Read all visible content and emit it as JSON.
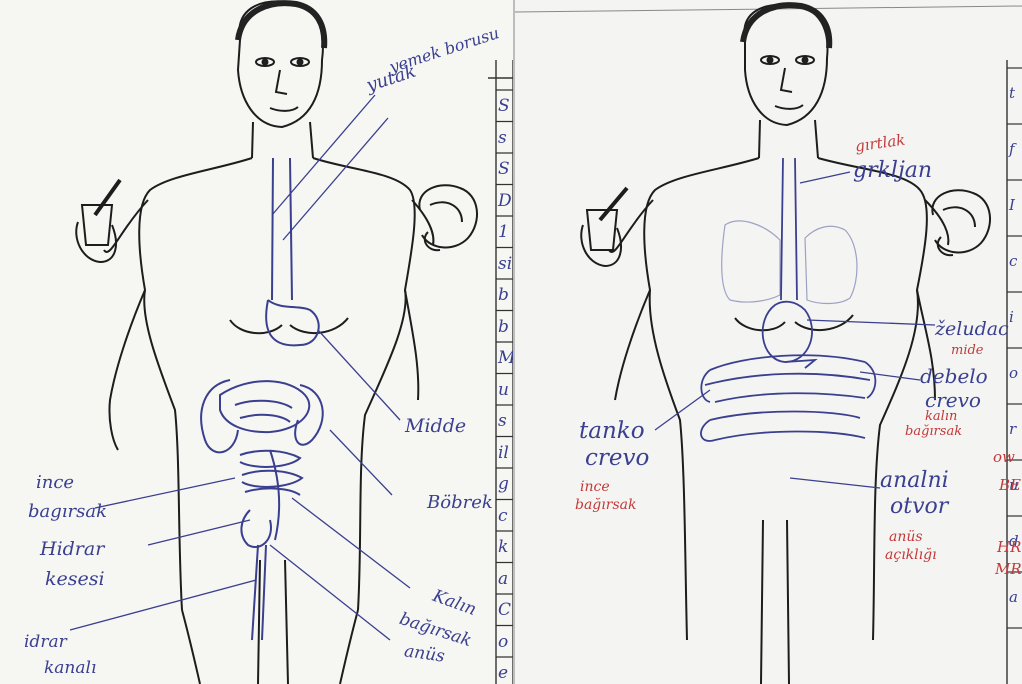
{
  "left": {
    "labels": {
      "yutak": "yutak",
      "yemek_borusu": "yemek borusu",
      "mide": "Midde",
      "bobrek": "Böbrek",
      "ince_bagirsak_1": "ince",
      "ince_bagirsak_2": "bagırsak",
      "hidrar_1": "Hidrar",
      "hidrar_2": "kesesi",
      "idrar_1": "idrar",
      "idrar_2": "kanalı",
      "kalin_1": "Kalın",
      "kalin_2": "bağırsak",
      "anus": "anüs"
    },
    "table_cells": [
      "S",
      "s",
      "S",
      "D",
      "1",
      "si",
      "b",
      "b",
      "M",
      "u",
      "s",
      "il",
      "g",
      "c",
      "k",
      "a",
      "C",
      "o",
      "e"
    ]
  },
  "right": {
    "labels": {
      "girtlak": "gırtlak",
      "grkljan": "grkljan",
      "zeludac": "želudac",
      "mide": "mide",
      "debelo_1": "debelo",
      "debelo_2": "crevo",
      "kalin_1": "kalın",
      "kalin_2": "bağırsak",
      "tanko_1": "tanko",
      "tanko_2": "crevo",
      "ince_1": "ince",
      "ince_2": "bağırsak",
      "analni_1": "analni",
      "analni_2": "otvor",
      "anus_1": "anüs",
      "anus_2": "açıklığı"
    },
    "table_cells": [
      "t",
      "f",
      "I",
      "c",
      "i",
      "o",
      "r",
      "u",
      "d",
      "a"
    ],
    "red_cells": [
      "ow",
      "BE",
      "HR",
      "MR"
    ]
  },
  "colors": {
    "ink_blue": "#3a3f8f",
    "ink_red": "#c23a3a",
    "pencil": "#222222",
    "paper": "#f6f6f3"
  }
}
